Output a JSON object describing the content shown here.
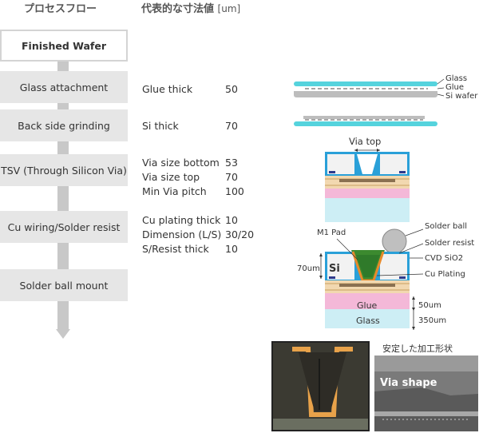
{
  "headers": {
    "process_flow": "プロセスフロー",
    "dimensions": "代表的な寸法値",
    "unit": "[um]"
  },
  "steps": [
    {
      "label": "Finished Wafer"
    },
    {
      "label": "Glass attachment"
    },
    {
      "label": "Back side grinding"
    },
    {
      "label": "TSV (Through Silicon Via)"
    },
    {
      "label": "Cu wiring/Solder resist"
    },
    {
      "label": "Solder ball mount"
    }
  ],
  "specs": {
    "glass": [
      {
        "name": "Glue thick",
        "value": "50"
      }
    ],
    "grinding": [
      {
        "name": "Si thick",
        "value": "70"
      }
    ],
    "tsv": [
      {
        "name": "Via size bottom",
        "value": "53"
      },
      {
        "name": "Via size top",
        "value": "70"
      },
      {
        "name": "Min Via pitch",
        "value": "100"
      }
    ],
    "wiring": [
      {
        "name": "Cu plating thick",
        "value": "10"
      },
      {
        "name": "Dimension (L/S)",
        "value": "30/20"
      },
      {
        "name": "S/Resist thick",
        "value": "10"
      }
    ]
  },
  "diagram_labels": {
    "glass": "Glass",
    "glue": "Glue",
    "si_wafer": "Si wafer",
    "via_top": "Via top",
    "solder_ball": "Solder ball",
    "solder_resist": "Solder resist",
    "m1_pad": "M1 Pad",
    "cvd_sio2": "CVD SiO2",
    "si": "Si",
    "dim_70um": "70um",
    "cu_plating": "Cu Plating",
    "glue_layer": "Glue",
    "glass_layer": "Glass",
    "dim_50um": "50um",
    "dim_350um": "350um"
  },
  "photos": {
    "stable_shape_caption": "安定した加工形状",
    "via_shape": "Via shape"
  },
  "colors": {
    "glass": "#55d3dd",
    "si_wafer": "#bdbdbd",
    "glue": "#f4b8d8",
    "glass_block": "#cdeef5",
    "cu": "#e88a2a",
    "solder_resist": "#3c8a2f",
    "sio2": "#2aa0d8"
  }
}
